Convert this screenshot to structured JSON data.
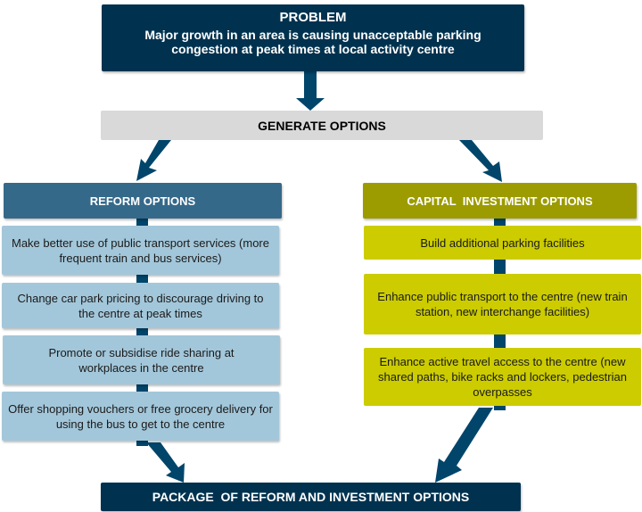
{
  "colors": {
    "problem_bg": "#00324f",
    "arrow": "#01456b",
    "generate_bg": "#d9d9d9",
    "reform_header_bg": "#35698a",
    "reform_item_bg": "#a3c7da",
    "capital_header_bg": "#9c9c00",
    "capital_item_bg": "#cccc00",
    "package_bg": "#00324f"
  },
  "problem": {
    "title": "PROBLEM",
    "description": "Major growth in an area is causing unacceptable parking congestion at peak times at local activity centre"
  },
  "generate": {
    "label": "GENERATE OPTIONS"
  },
  "reform": {
    "header": "REFORM OPTIONS",
    "items": [
      "Make better use of public transport services (more frequent train and bus services)",
      "Change car park pricing to discourage driving to the centre at peak times",
      "Promote or subsidise ride sharing at workplaces in the centre",
      "Offer shopping vouchers or free grocery delivery for using the bus to get to the centre"
    ]
  },
  "capital": {
    "header": "CAPITAL  INVESTMENT OPTIONS",
    "items": [
      "Build additional parking facilities",
      "Enhance public transport to the centre (new train station, new interchange facilities)",
      "Enhance active travel access to the centre (new shared paths, bike racks and lockers, pedestrian overpasses"
    ]
  },
  "package": {
    "label": "PACKAGE  OF REFORM AND INVESTMENT OPTIONS"
  }
}
